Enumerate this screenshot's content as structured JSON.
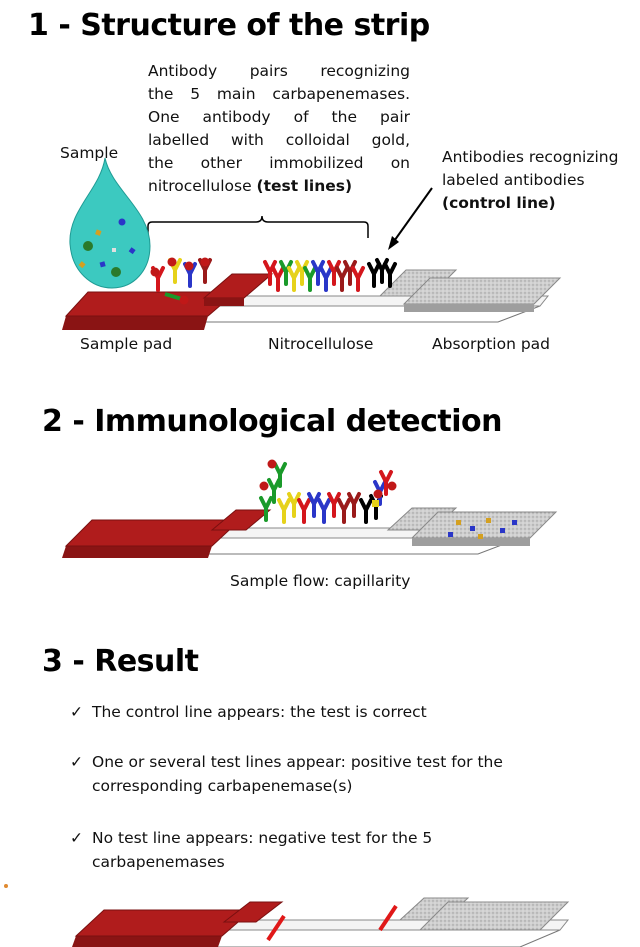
{
  "sections": [
    {
      "title": "1 - Structure of the strip"
    },
    {
      "title": "2 - Immunological detection"
    },
    {
      "title": "3 - Result"
    }
  ],
  "labels": {
    "sample": "Sample",
    "antibody_pairs": [
      "Antibody pairs recognizing",
      "the 5 main carbapenemases.",
      "One antibody of the pair",
      "labelled with colloidal gold,",
      "the other immobilized on"
    ],
    "antibody_pairs_last": "nitrocellulose ",
    "antibody_pairs_bold": "(test lines)",
    "control_1": "Antibodies recognizing",
    "control_2": "labeled antibodies",
    "control_3": "(control line)",
    "sample_pad": "Sample pad",
    "nitrocellulose": "Nitrocellulose",
    "absorption_pad": "Absorption pad",
    "flow": "Sample flow: capillarity"
  },
  "results": [
    {
      "check": "✓",
      "text": "The control line appears: the test is correct"
    },
    {
      "check": "✓",
      "text": "One or several  test lines appear: positive test for the",
      "text2": "corresponding carbapenemase(s)"
    },
    {
      "check": "✓",
      "text": "No test line appears: negative test for the 5",
      "text2": "carbapenemases"
    }
  ],
  "colors": {
    "pad_red": "#b01c1c",
    "drop": "#3cc9c0",
    "absorb": "#c9c9c9",
    "antibodies": [
      "#d4161c",
      "#e6d21a",
      "#1a9a2a",
      "#2a36c8",
      "#9a1a1a",
      "#000000"
    ]
  }
}
